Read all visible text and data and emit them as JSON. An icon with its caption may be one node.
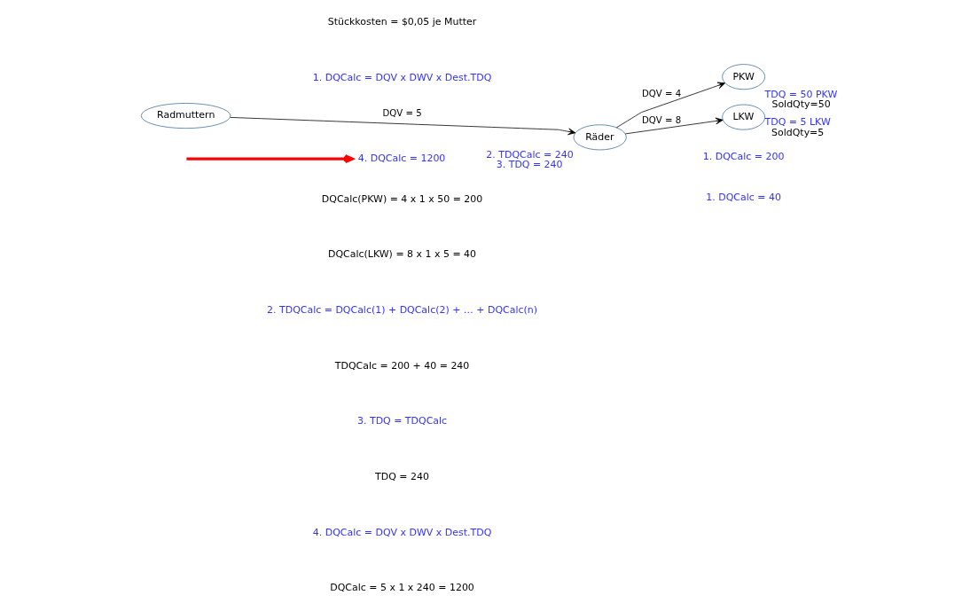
{
  "diagram": {
    "nodes": [
      {
        "text": [
          "Radmuttern"
        ]
      },
      {
        "text": [
          "Räder"
        ],
        "beside": [
          "2. TDQCalc = 240",
          "3. TDQ = 240"
        ]
      },
      {
        "text": [
          "PKW"
        ],
        "beside": [
          "TDQ = 50 PKW",
          "SoldQty=50"
        ]
      },
      {
        "text": [
          "LKW"
        ],
        "beside": [
          "TDQ = 5 LKW",
          "SoldQty=5"
        ]
      },
      {
        "text": [
          "4. DQCalc = 1200"
        ]
      }
    ],
    "edges": [
      {
        "from": 0,
        "to": 1,
        "arrow": "to",
        "label": "DQV = 5"
      },
      {
        "from": 1,
        "to": 2,
        "arrow": "to",
        "label": "DQV = 4"
      },
      {
        "from": 1,
        "to": 3,
        "arrow": "to",
        "label": "DQV = 8"
      },
      {
        "from": null,
        "to": 4,
        "arrow": "to",
        "style": "thick",
        "color": "#ff0000"
      }
    ],
    "labels": [
      "1. DQCalc = 200",
      "Stückkosten = $0,05 je Mutter",
      "1. DQCalc = DQV x DWV x Dest.TDQ",
      "DQCalc(PKW) = 4 x 1 x 50 = 200",
      "DQCalc(LKW) = 8 x 1 x 5 = 40",
      "1. DQCalc = 40",
      "2. TDQCalc = DQCalc(1) + DQCalc(2) + … + DQCalc(n)",
      "TDQCalc = 200 + 40 = 240",
      "3. TDQ = TDQCalc",
      "TDQ = 240",
      "4. DQCalc = DQV x DWV x Dest.TDQ",
      "DQCalc = 5 x 1 x 240 = 1200"
    ]
  }
}
